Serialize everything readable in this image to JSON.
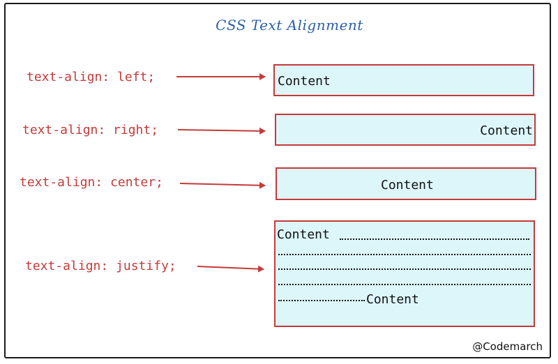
{
  "title": "CSS Text Alignment",
  "rows": [
    {
      "label": "text-align: left;",
      "box_text": "Content"
    },
    {
      "label": "text-align: right;",
      "box_text": "Content"
    },
    {
      "label": "text-align: center;",
      "box_text": "Content"
    },
    {
      "label": "text-align: justify;",
      "box_text_start": "Content",
      "box_text_end": "Content"
    }
  ],
  "credit": "@Codemarch",
  "colors": {
    "accent": "#c43a3a",
    "box_fill": "#ddf6fa",
    "title": "#2a5fa8"
  }
}
